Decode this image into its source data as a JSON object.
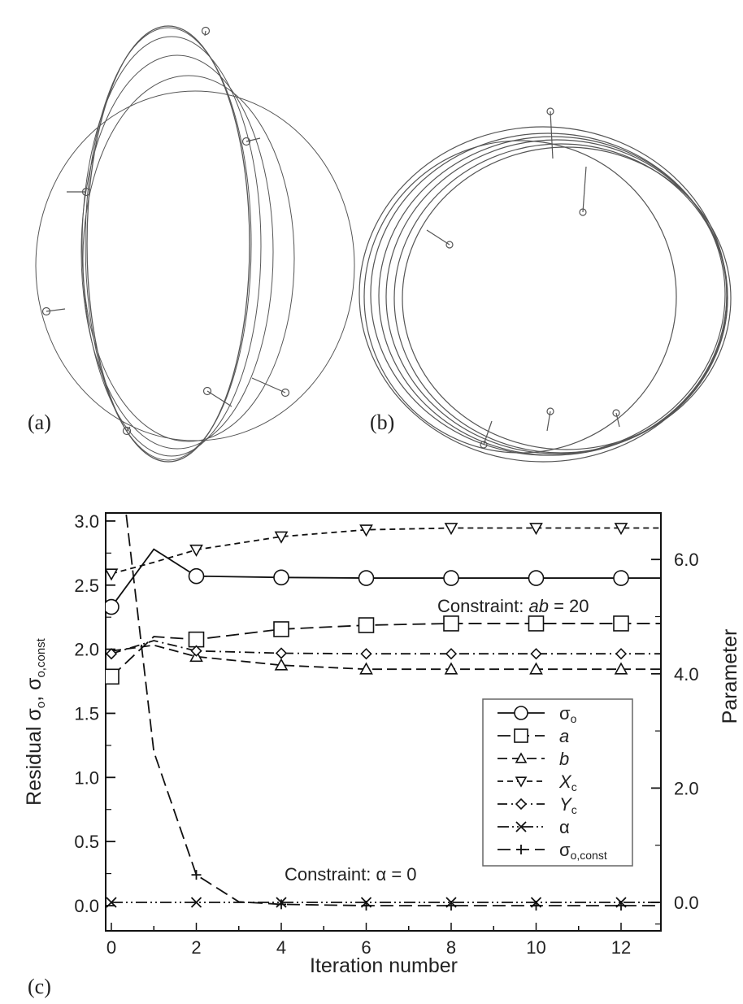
{
  "figure": {
    "panels": [
      {
        "id": "a",
        "label": "(a)",
        "description": "Iterative ellipse fits (elongated) to seven measurement points with residual lines"
      },
      {
        "id": "b",
        "label": "(b)",
        "description": "Iterative ellipse fits (near-circular) to six measurement points with residual lines"
      },
      {
        "id": "c",
        "label": "(c)",
        "description": "Convergence of residual and parameters vs iteration number"
      }
    ]
  },
  "chart_data": {
    "type": "line",
    "title": "",
    "xlabel": "Iteration number",
    "ylabel": "Residual σo, σo,const",
    "ylabel_right": "Parameter",
    "xlim": [
      -0.2,
      13
    ],
    "ylim": [
      -0.15,
      3.05
    ],
    "ylim_right": [
      -0.35,
      7.0
    ],
    "x_ticks": [
      0,
      2,
      4,
      6,
      8,
      10,
      12
    ],
    "y_ticks": [
      "0.0",
      "0.5",
      "1.0",
      "1.5",
      "2.0",
      "2.5",
      "3.0"
    ],
    "y_ticks_right": [
      "0.0",
      "2.0",
      "4.0",
      "6.0"
    ],
    "grid": false,
    "legend_position": "lower right (inside)",
    "annotations": [
      {
        "text_prefix": "Constraint: ",
        "text_math": "ab",
        "text_suffix": " = 20",
        "x": 8,
        "y": 2.25
      },
      {
        "text_prefix": "Constraint: ",
        "text_math": "α",
        "text_suffix": " = 0",
        "x": 4.5,
        "y": 0.22
      }
    ],
    "series": [
      {
        "name": "σo",
        "axis": "left",
        "marker": "circle",
        "line": "solid",
        "x": [
          0,
          1,
          2,
          4,
          6,
          8,
          10,
          12,
          13
        ],
        "values": [
          2.33,
          2.78,
          2.57,
          2.56,
          2.555,
          2.555,
          2.555,
          2.555,
          2.555
        ],
        "markers_at": [
          0,
          2,
          4,
          6,
          8,
          10,
          12
        ]
      },
      {
        "name": "a",
        "axis": "right",
        "marker": "square",
        "line": "long-dash",
        "x": [
          0,
          1,
          2,
          4,
          6,
          8,
          10,
          12,
          13
        ],
        "values": [
          3.95,
          4.65,
          4.6,
          4.78,
          4.85,
          4.88,
          4.88,
          4.88,
          4.88
        ],
        "markers_at": [
          0,
          2,
          4,
          6,
          8,
          10,
          12
        ]
      },
      {
        "name": "b",
        "axis": "right",
        "marker": "triangle-up",
        "line": "dash",
        "x": [
          0,
          1,
          2,
          4,
          6,
          8,
          10,
          12,
          13
        ],
        "values": [
          4.4,
          4.5,
          4.3,
          4.15,
          4.08,
          4.08,
          4.08,
          4.08,
          4.08
        ],
        "markers_at": [
          2,
          4,
          6,
          8,
          10,
          12
        ]
      },
      {
        "name": "Xc",
        "axis": "right",
        "marker": "triangle-down",
        "line": "short-dash",
        "x": [
          0,
          1,
          2,
          4,
          6,
          8,
          10,
          12,
          13
        ],
        "values": [
          5.75,
          5.95,
          6.17,
          6.4,
          6.52,
          6.55,
          6.55,
          6.55,
          6.55
        ],
        "markers_at": [
          0,
          2,
          4,
          6,
          8,
          10,
          12
        ]
      },
      {
        "name": "Yc",
        "axis": "right",
        "marker": "diamond",
        "line": "dash-dot",
        "x": [
          0,
          1,
          2,
          4,
          6,
          8,
          10,
          12,
          13
        ],
        "values": [
          4.35,
          4.58,
          4.4,
          4.36,
          4.35,
          4.35,
          4.35,
          4.35,
          4.35
        ],
        "markers_at": [
          0,
          2,
          4,
          6,
          8,
          10,
          12
        ]
      },
      {
        "name": "α",
        "axis": "right",
        "marker": "x",
        "line": "dash-dot-dot",
        "x": [
          0,
          2,
          4,
          6,
          8,
          10,
          12,
          13
        ],
        "values": [
          0,
          0,
          0,
          0,
          0,
          0,
          0,
          0
        ],
        "markers_at": [
          0,
          2,
          4,
          6,
          8,
          10,
          12
        ]
      },
      {
        "name": "σo,const",
        "axis": "left",
        "marker": "plus",
        "line": "long-dash",
        "x": [
          0.35,
          1,
          2,
          3,
          4,
          6,
          8,
          10,
          12,
          13
        ],
        "values": [
          3.05,
          1.2,
          0.24,
          0.03,
          0.01,
          0.0,
          0.0,
          0.0,
          0.0,
          0.0
        ],
        "markers_at": [
          2,
          4,
          6,
          8,
          10,
          12
        ]
      }
    ]
  },
  "legend": {
    "items": [
      {
        "label": "σ",
        "sub": "o",
        "italic": false
      },
      {
        "label": "a",
        "sub": "",
        "italic": true
      },
      {
        "label": "b",
        "sub": "",
        "italic": true
      },
      {
        "label": "X",
        "sub": "c",
        "italic": true
      },
      {
        "label": "Y",
        "sub": "c",
        "italic": true
      },
      {
        "label": "α",
        "sub": "",
        "italic": false
      },
      {
        "label": "σ",
        "sub": "o,const",
        "italic": false
      }
    ]
  },
  "axis_text": {
    "xlabel": "Iteration number",
    "ylabel_main": "Residual σ",
    "ylabel_sub1": "o",
    "ylabel_mid": ", σ",
    "ylabel_sub2": "o,const",
    "ylabel_right": "Parameter"
  },
  "annotations_text": {
    "ab_prefix": "Constraint: ",
    "ab_math": "ab",
    "ab_suffix": " = 20",
    "alpha_prefix": "Constraint: ",
    "alpha_math": "α",
    "alpha_suffix": " = 0"
  },
  "colors": {
    "ink": "#111111",
    "ellipse_stroke": "#555555",
    "legend_border": "#666666",
    "background": "#ffffff"
  }
}
